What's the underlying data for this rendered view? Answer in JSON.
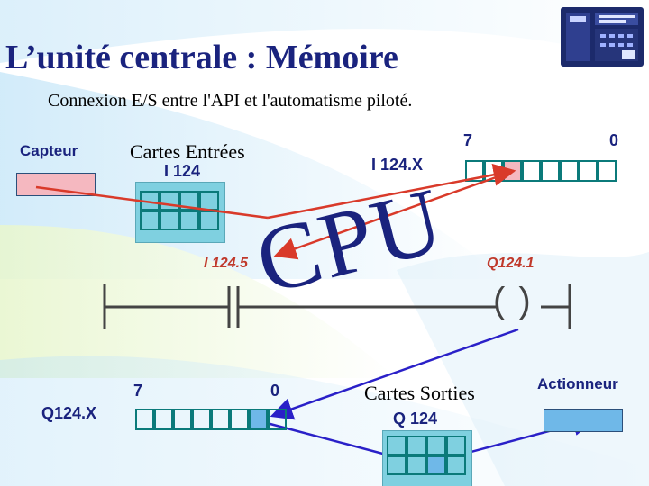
{
  "slide": {
    "title": "L’unité centrale : Mémoire",
    "subtitle": "Connexion E/S entre l'API et l'automatisme piloté.",
    "capteur_label": "Capteur",
    "cartes_entrees": {
      "label": "Cartes Entrées",
      "address": "I 124"
    },
    "input_register": {
      "label": "I 124.X",
      "high_bit": "7",
      "low_bit": "0"
    },
    "cpu_label": "CPU",
    "ladder": {
      "contact_label": "I 124.5",
      "coil_label": "Q124.1",
      "coil_symbol": "( )"
    },
    "output_register": {
      "label": "Q124.X",
      "high_bit": "7",
      "low_bit": "0"
    },
    "cartes_sorties": {
      "label": "Cartes Sorties",
      "address": "Q 124"
    },
    "actionneur_label": "Actionneur",
    "colors": {
      "title": "#1a237e",
      "register_cell": "#0b7a7a",
      "card_panel": "#7fd0e0",
      "capteur_box": "#f5b8c0",
      "actionneur_box": "#6fb8e8",
      "input_arrow": "#d93a2a",
      "output_arrow": "#2a20c8",
      "active_input_bit": "#f5b8c0",
      "active_output_bit": "#6fb8e8"
    }
  }
}
